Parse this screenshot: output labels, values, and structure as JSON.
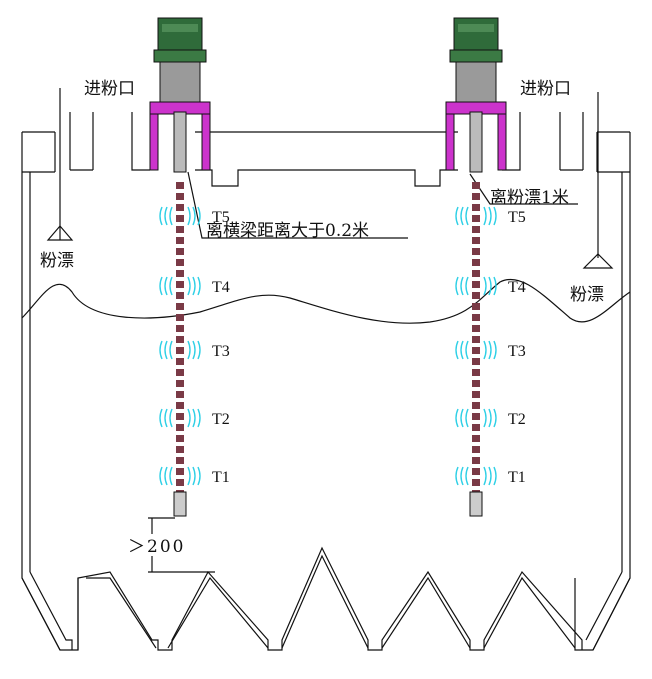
{
  "labels": {
    "inlet_left": "进粉口",
    "inlet_right": "进粉口",
    "float_left": "粉漂",
    "float_right": "粉漂",
    "note_left": "离横梁距离大于0.2米",
    "note_right": "离粉漂1米",
    "clearance": "＞200"
  },
  "sensor_points": [
    "T5",
    "T4",
    "T3",
    "T2",
    "T1"
  ],
  "colors": {
    "line": "#111111",
    "flange": "#cc33cc",
    "cable": "#7a3a46",
    "head_green": "#2f6b3a",
    "head_body": "#9a9a9a",
    "wave": "#2fd0e6"
  }
}
